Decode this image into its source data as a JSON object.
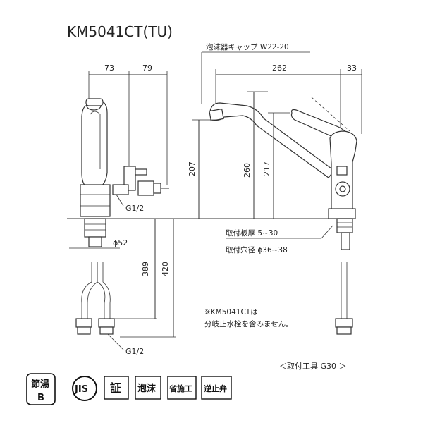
{
  "title": "KM5041CT(TU)",
  "aerator_label": "泡沫器キャップ W22-20",
  "dims": {
    "d73": "73",
    "d79": "79",
    "d262": "262",
    "d33": "33",
    "d207": "207",
    "d260": "260",
    "d217": "217",
    "d389": "389",
    "d420": "420",
    "phi52": "ϕ52",
    "g12_top": "G1/2",
    "g12_bottom": "G1/2"
  },
  "mount_thickness": "取付板厚 5~30",
  "mount_hole": "取付穴径 ϕ36~38",
  "note_line1": "※KM5041CTは",
  "note_line2": "分岐止水栓を含みません。",
  "tool": "＜取付工具 G30 ＞",
  "badges": {
    "setsuyu_line1": "節湯",
    "setsuyu_line2": "B",
    "jis": "JIS",
    "sho": "証",
    "houmatsu": "泡沫",
    "shosekou": "省施工",
    "gyakushiben": "逆止弁"
  }
}
